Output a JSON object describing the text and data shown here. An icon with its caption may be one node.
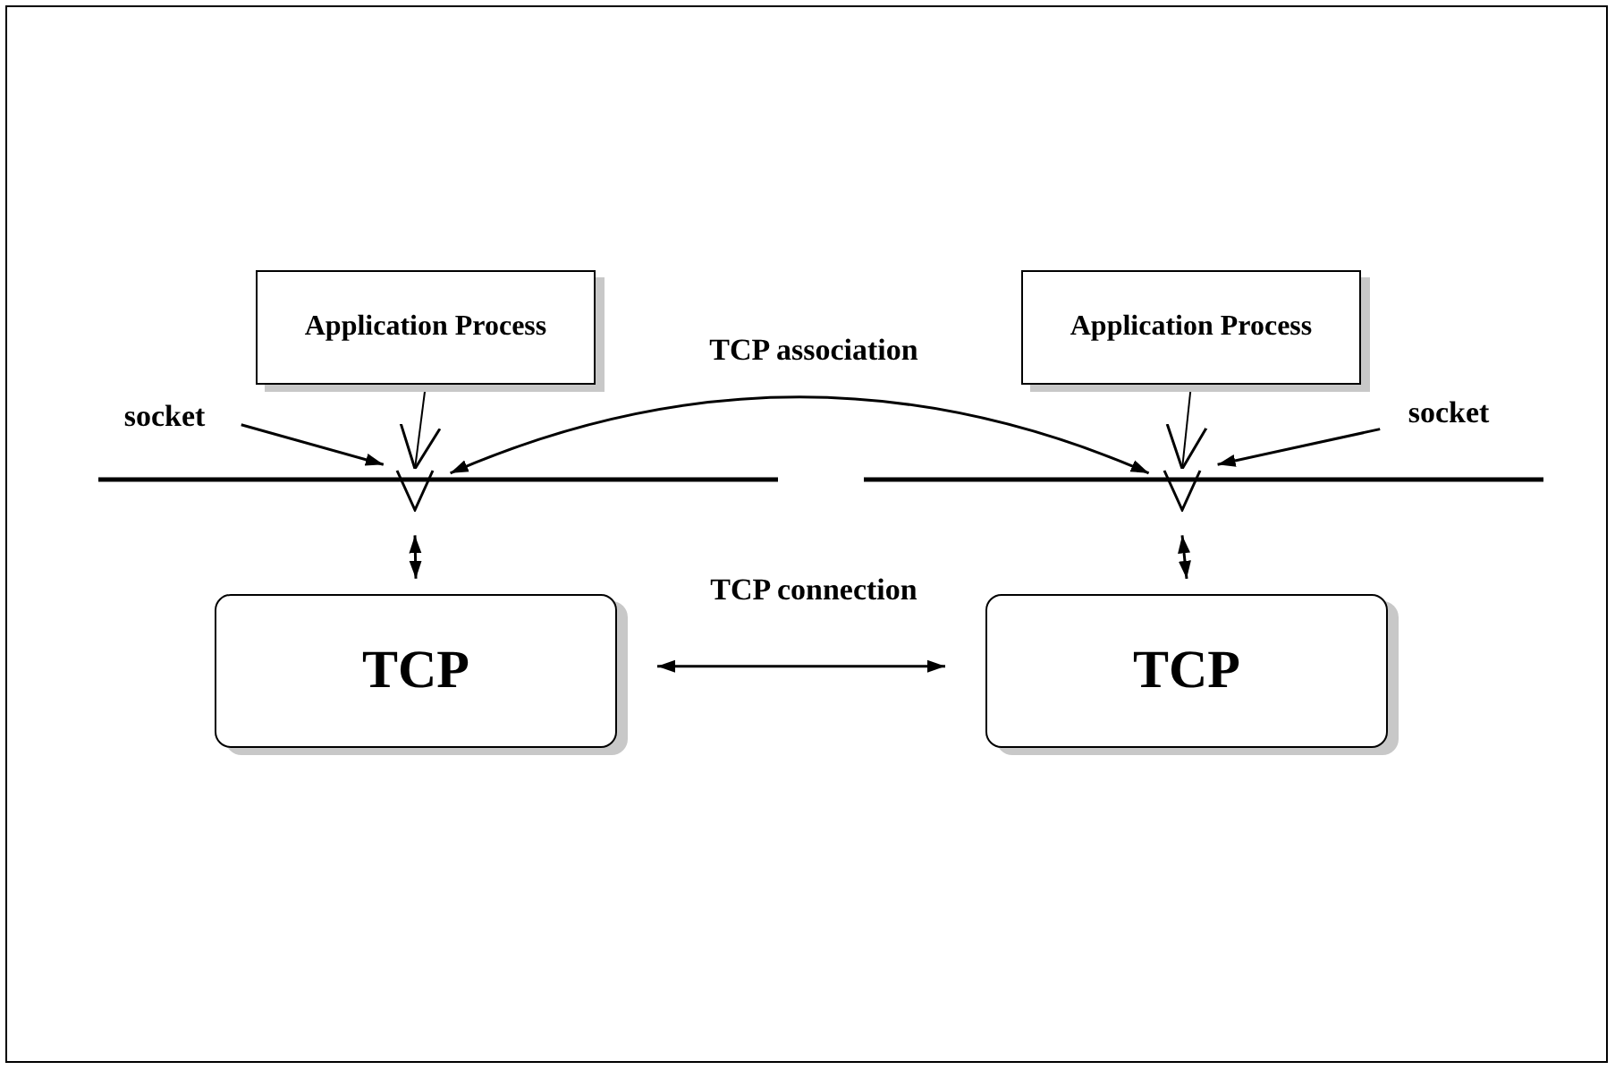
{
  "diagram": {
    "nodes": [
      {
        "text": [
          "Application Process"
        ]
      },
      {
        "text": [
          "Application Process"
        ]
      },
      {
        "text": [
          "socket"
        ]
      },
      {
        "text": [
          "socket"
        ]
      },
      {
        "text": [],
        "shape": "triangle"
      },
      {
        "text": [],
        "shape": "triangle"
      },
      {
        "text": [
          "TCP"
        ]
      },
      {
        "text": [
          "TCP"
        ]
      }
    ],
    "edges": [
      {
        "from": 0,
        "to": 4,
        "arrow": "to"
      },
      {
        "from": 1,
        "to": 5,
        "arrow": "to"
      },
      {
        "from": 2,
        "to": 4,
        "arrow": "to"
      },
      {
        "from": 3,
        "to": 5,
        "arrow": "to"
      },
      {
        "from": 4,
        "to": 5,
        "arrow": "both",
        "label": "TCP association"
      },
      {
        "from": 4,
        "to": 6,
        "arrow": "both"
      },
      {
        "from": 5,
        "to": 7,
        "arrow": "both"
      },
      {
        "from": 6,
        "to": 7,
        "arrow": "both",
        "label": "TCP connection"
      }
    ]
  }
}
